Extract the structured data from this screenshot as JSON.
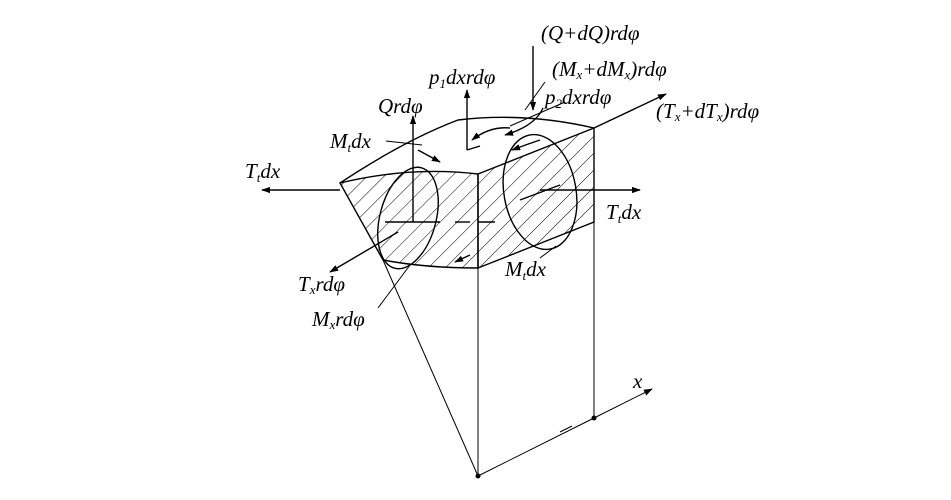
{
  "labels": {
    "q_plus_dq": "(Q+dQ)rdφ",
    "p1": {
      "main": "p",
      "sub": "1",
      "rest": "dxrdφ"
    },
    "mx_plus_dmx": {
      "open": "(M",
      "sub1": "x",
      "mid": "+dM",
      "sub2": "x",
      "close": ")rdφ"
    },
    "p2": {
      "main": "p",
      "sub": "2",
      "rest": "dxrdφ"
    },
    "tx_plus_dtx": {
      "open": "(T",
      "sub1": "x",
      "mid": "+dT",
      "sub2": "x",
      "close": ")rdφ"
    },
    "q_rd": "Qrdφ",
    "mt_dx_top": {
      "main": "M",
      "sub": "t",
      "rest": "dx"
    },
    "tt_dx_left": {
      "main": "T",
      "sub": "t",
      "rest": "dx"
    },
    "tt_dx_right": {
      "main": "T",
      "sub": "t",
      "rest": "dx"
    },
    "mt_dx_bottom": {
      "main": "M",
      "sub": "t",
      "rest": "dx"
    },
    "tx_rd": {
      "main": "T",
      "sub": "x",
      "rest": "rdφ"
    },
    "mx_rd": {
      "main": "M",
      "sub": "x",
      "rest": "rdφ"
    },
    "x_axis": "x"
  }
}
